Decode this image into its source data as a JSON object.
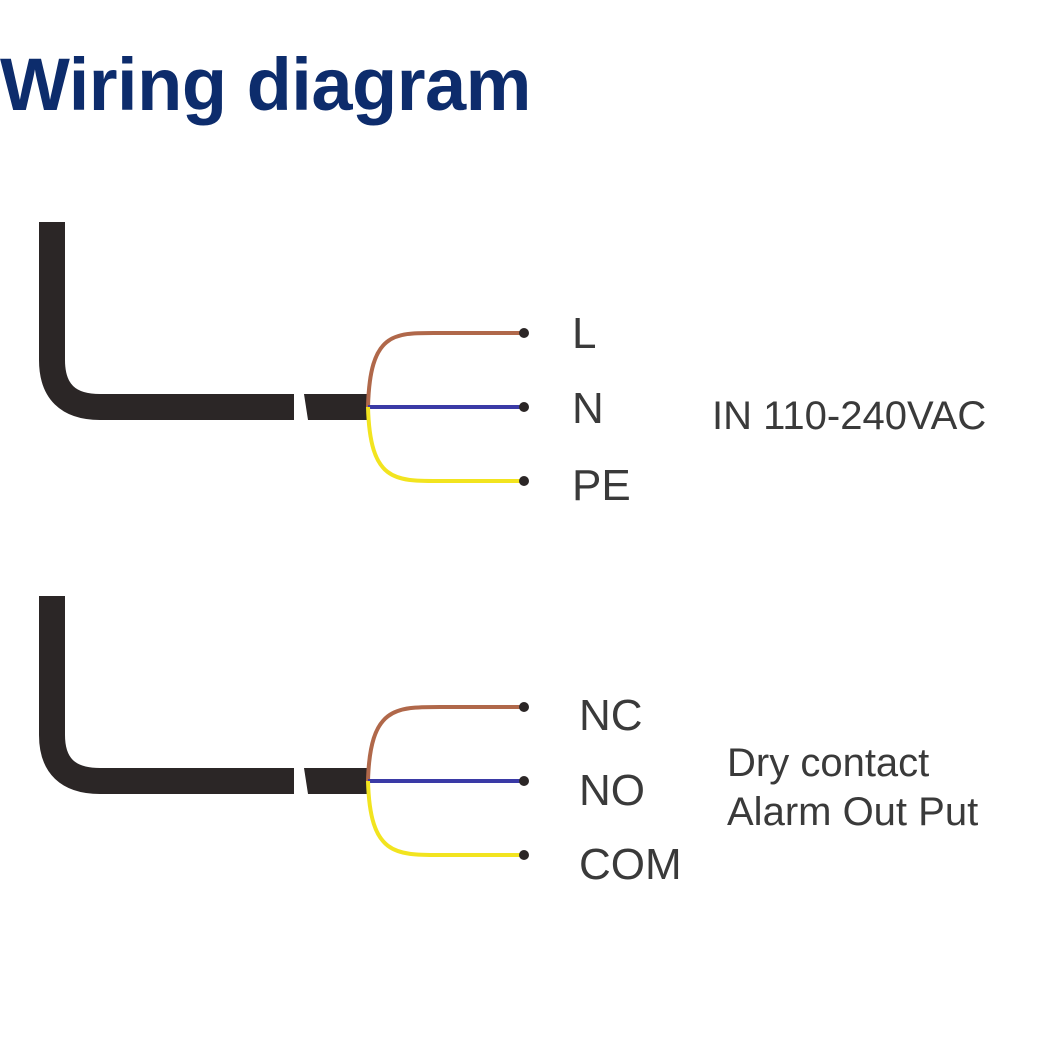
{
  "title": "Wiring diagram",
  "colors": {
    "title": "#0d2c6c",
    "cable": "#2b2626",
    "brown_wire": "#b0684a",
    "blue_wire": "#3a3aa6",
    "yellow_wire": "#f2e41f",
    "text": "#3a3a3a"
  },
  "power_cable": {
    "terminals": [
      {
        "label": "L",
        "wire_color": "brown"
      },
      {
        "label": "N",
        "wire_color": "blue"
      },
      {
        "label": "PE",
        "wire_color": "yellow"
      }
    ],
    "description": [
      "IN 110-240VAC"
    ]
  },
  "alarm_cable": {
    "terminals": [
      {
        "label": "NC",
        "wire_color": "brown"
      },
      {
        "label": "NO",
        "wire_color": "blue"
      },
      {
        "label": "COM",
        "wire_color": "yellow"
      }
    ],
    "description": [
      "Dry contact",
      "Alarm Out Put"
    ]
  }
}
